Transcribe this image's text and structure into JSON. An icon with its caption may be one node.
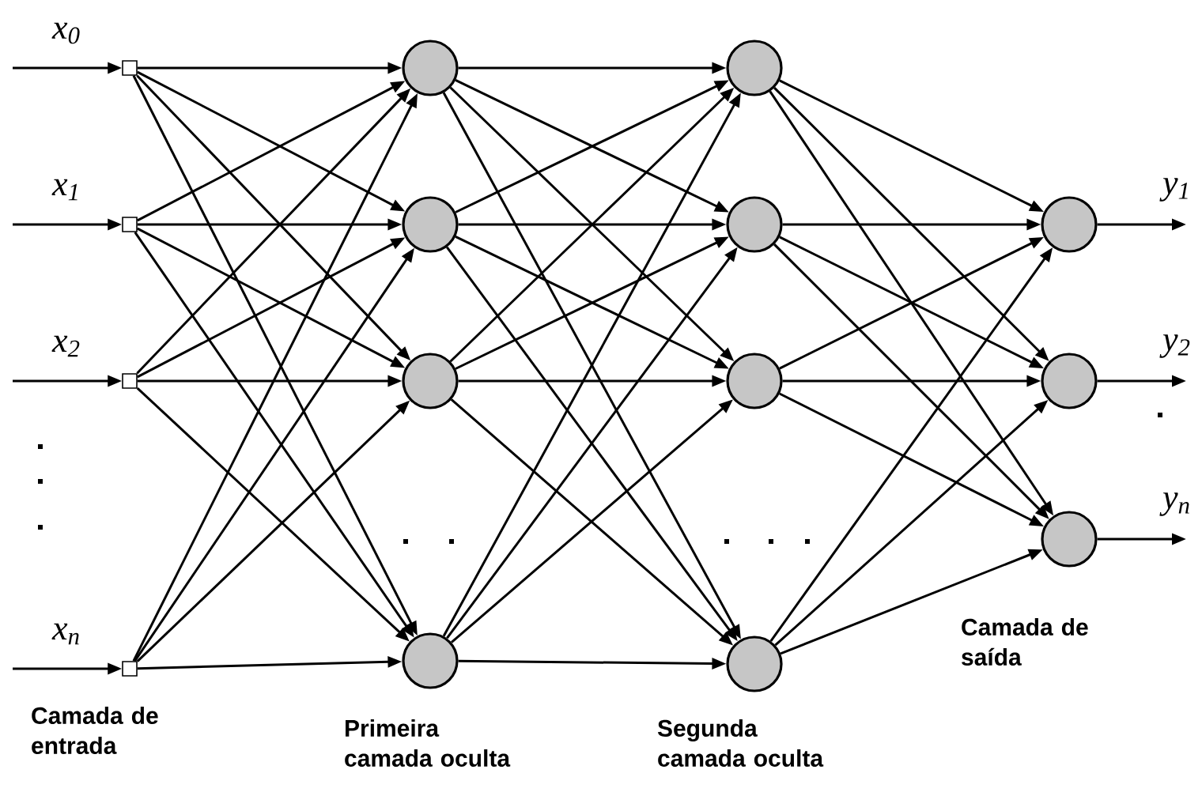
{
  "diagram": {
    "nodes": [
      {
        "text": [],
        "shape": "box"
      },
      {
        "text": [],
        "shape": "box"
      },
      {
        "text": [],
        "shape": "box"
      },
      {
        "text": [],
        "shape": "box"
      },
      {
        "text": [],
        "shape": "circle"
      },
      {
        "text": [],
        "shape": "circle"
      },
      {
        "text": [],
        "shape": "circle"
      },
      {
        "text": [],
        "shape": "circle"
      },
      {
        "text": [],
        "shape": "circle"
      },
      {
        "text": [],
        "shape": "circle"
      },
      {
        "text": [],
        "shape": "circle"
      },
      {
        "text": [],
        "shape": "circle"
      },
      {
        "text": [],
        "shape": "circle"
      },
      {
        "text": [],
        "shape": "circle"
      },
      {
        "text": [],
        "shape": "circle"
      }
    ],
    "edges": [
      {
        "from": null,
        "to": 0,
        "arrow": "to",
        "label": "x$_{0}$"
      },
      {
        "from": null,
        "to": 1,
        "arrow": "to",
        "label": "x$_{1}$"
      },
      {
        "from": null,
        "to": 2,
        "arrow": "to",
        "label": "x$_{2}$"
      },
      {
        "from": null,
        "to": 3,
        "arrow": "to",
        "label": "x$_{n}$"
      },
      {
        "from": 0,
        "to": 4,
        "arrow": "to"
      },
      {
        "from": 0,
        "to": 5,
        "arrow": "to"
      },
      {
        "from": 0,
        "to": 6,
        "arrow": "to"
      },
      {
        "from": 0,
        "to": 7,
        "arrow": "to"
      },
      {
        "from": 1,
        "to": 4,
        "arrow": "to"
      },
      {
        "from": 1,
        "to": 5,
        "arrow": "to"
      },
      {
        "from": 1,
        "to": 6,
        "arrow": "to"
      },
      {
        "from": 1,
        "to": 7,
        "arrow": "to"
      },
      {
        "from": 2,
        "to": 4,
        "arrow": "to"
      },
      {
        "from": 2,
        "to": 5,
        "arrow": "to"
      },
      {
        "from": 2,
        "to": 6,
        "arrow": "to"
      },
      {
        "from": 2,
        "to": 7,
        "arrow": "to"
      },
      {
        "from": 3,
        "to": 4,
        "arrow": "to"
      },
      {
        "from": 3,
        "to": 5,
        "arrow": "to"
      },
      {
        "from": 3,
        "to": 6,
        "arrow": "to"
      },
      {
        "from": 3,
        "to": 7,
        "arrow": "to"
      },
      {
        "from": 4,
        "to": 8,
        "arrow": "to"
      },
      {
        "from": 4,
        "to": 9,
        "arrow": "to"
      },
      {
        "from": 4,
        "to": 10,
        "arrow": "to"
      },
      {
        "from": 4,
        "to": 11,
        "arrow": "to"
      },
      {
        "from": 5,
        "to": 8,
        "arrow": "to"
      },
      {
        "from": 5,
        "to": 9,
        "arrow": "to"
      },
      {
        "from": 5,
        "to": 10,
        "arrow": "to"
      },
      {
        "from": 5,
        "to": 11,
        "arrow": "to"
      },
      {
        "from": 6,
        "to": 8,
        "arrow": "to"
      },
      {
        "from": 6,
        "to": 9,
        "arrow": "to"
      },
      {
        "from": 6,
        "to": 10,
        "arrow": "to"
      },
      {
        "from": 6,
        "to": 11,
        "arrow": "to"
      },
      {
        "from": 7,
        "to": 8,
        "arrow": "to"
      },
      {
        "from": 7,
        "to": 9,
        "arrow": "to"
      },
      {
        "from": 7,
        "to": 10,
        "arrow": "to"
      },
      {
        "from": 7,
        "to": 11,
        "arrow": "to"
      },
      {
        "from": 8,
        "to": 12,
        "arrow": "to"
      },
      {
        "from": 8,
        "to": 13,
        "arrow": "to"
      },
      {
        "from": 8,
        "to": 14,
        "arrow": "to"
      },
      {
        "from": 9,
        "to": 12,
        "arrow": "to"
      },
      {
        "from": 9,
        "to": 13,
        "arrow": "to"
      },
      {
        "from": 9,
        "to": 14,
        "arrow": "to"
      },
      {
        "from": 10,
        "to": 12,
        "arrow": "to"
      },
      {
        "from": 10,
        "to": 13,
        "arrow": "to"
      },
      {
        "from": 10,
        "to": 14,
        "arrow": "to"
      },
      {
        "from": 11,
        "to": 12,
        "arrow": "to"
      },
      {
        "from": 11,
        "to": 13,
        "arrow": "to"
      },
      {
        "from": 11,
        "to": 14,
        "arrow": "to"
      },
      {
        "from": 12,
        "to": null,
        "arrow": "to",
        "label": "y$_{1}$"
      },
      {
        "from": 13,
        "to": null,
        "arrow": "to",
        "label": "y$_{2}$"
      },
      {
        "from": 14,
        "to": null,
        "arrow": "to",
        "label": "y$_{n}$"
      }
    ],
    "labels": [
      "Camada de entrada",
      "Primeira camada oculta",
      "Segunda camada oculta",
      "Camada de saída"
    ]
  }
}
